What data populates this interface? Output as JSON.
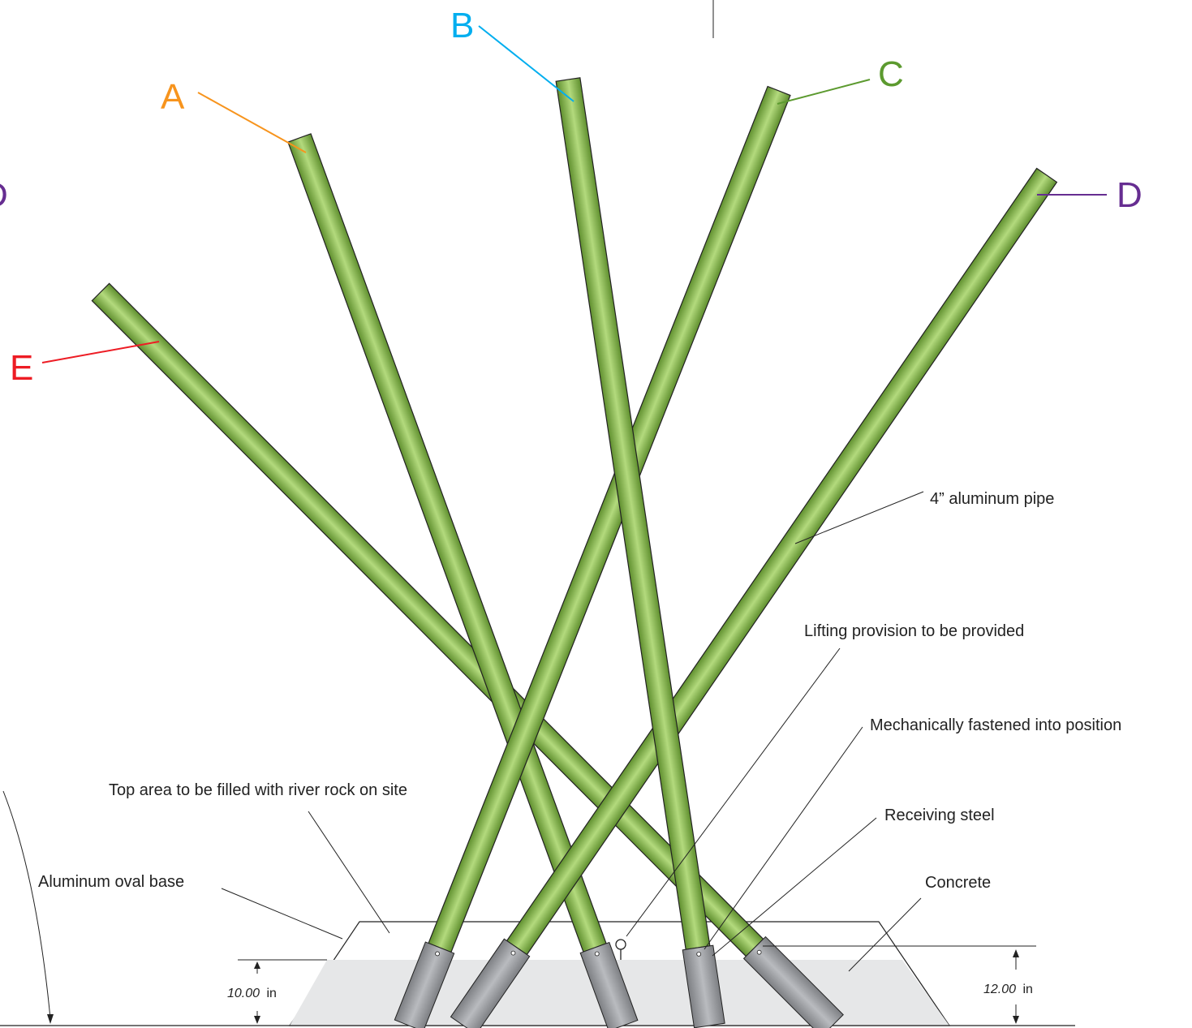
{
  "labels": {
    "A": {
      "text": "A",
      "color": "#f7941d"
    },
    "B": {
      "text": "B",
      "color": "#00aeef"
    },
    "C": {
      "text": "C",
      "color": "#5c9a2f"
    },
    "D": {
      "text": "D",
      "color": "#662d91"
    },
    "E": {
      "text": "E",
      "color": "#ed1c24"
    },
    "D_partial": {
      "text": "D",
      "color": "#662d91"
    }
  },
  "notes": {
    "pipe": "4” aluminum pipe",
    "lifting": "Lifting provision to be provided",
    "fastened": "Mechanically fastened into position",
    "top_area": "Top area to be filled with river rock on site",
    "receiving": "Receiving steel",
    "base": "Aluminum oval base",
    "concrete": "Concrete"
  },
  "dimensions": {
    "left": {
      "value": "10.00",
      "unit": "in"
    },
    "right": {
      "value": "12.00",
      "unit": "in"
    }
  },
  "colors": {
    "pipe_dark": "#5f8f2e",
    "pipe_light": "#b3da7d",
    "steel": "#9b9da1",
    "concrete": "#e6e7e8",
    "outline": "#222222"
  }
}
